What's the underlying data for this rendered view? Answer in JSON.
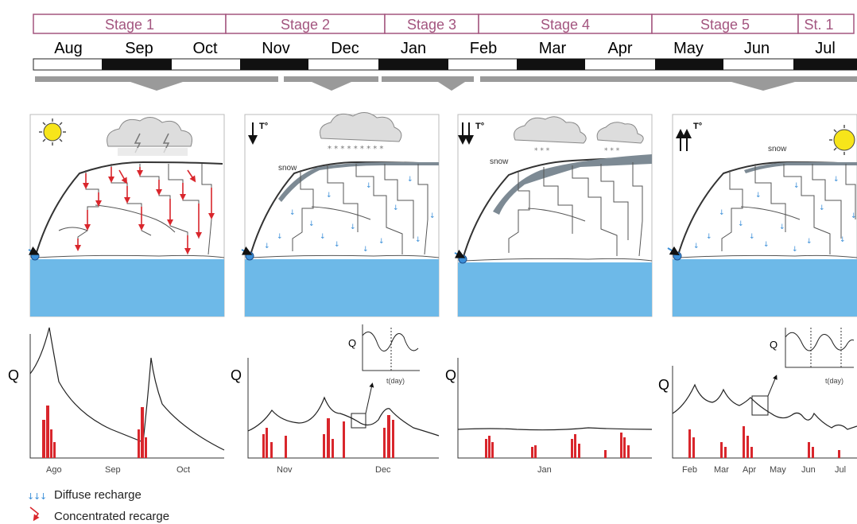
{
  "stages": [
    "Stage 1",
    "Stage 2",
    "Stage 3",
    "Stage 4",
    "Stage 5",
    "St. 1"
  ],
  "months": [
    "Aug",
    "Sep",
    "Oct",
    "Nov",
    "Dec",
    "Jan",
    "Feb",
    "Mar",
    "Apr",
    "May",
    "Jun",
    "Jul"
  ],
  "panels": [
    {
      "arrow_label": "",
      "snow_label": ""
    },
    {
      "arrow_label": "T°",
      "snow_label": "snow"
    },
    {
      "arrow_label": "T°",
      "snow_label": "snow"
    },
    {
      "arrow_label": "T°",
      "snow_label": "snow"
    }
  ],
  "hydrographs": [
    {
      "ylabel": "Q",
      "months": [
        "Ago",
        "Sep",
        "Oct"
      ]
    },
    {
      "ylabel": "Q",
      "months": [
        "Nov",
        "Dec"
      ]
    },
    {
      "ylabel": "Q",
      "months": [
        "Jan"
      ]
    },
    {
      "ylabel": "Q",
      "months": [
        "Feb",
        "Mar",
        "Apr",
        "May",
        "Jun",
        "Jul"
      ]
    }
  ],
  "insets": [
    {
      "ylabel": "Q",
      "xlabel": "t(day)"
    },
    {
      "ylabel": "Q",
      "xlabel": "t(day)"
    }
  ],
  "legend": {
    "diffuse": "Diffuse recharge",
    "concentrated": "Concentrated recarge"
  },
  "colors": {
    "stage_border": "#a3557f",
    "stage_text": "#a3557f",
    "water": "#6db9e8",
    "snow": "#7d8a94",
    "recharge_red": "#d9262c",
    "diffuse_blue": "#3b8fd8",
    "sun": "#f7e51a",
    "timeline_grey": "#9a9a9a"
  }
}
